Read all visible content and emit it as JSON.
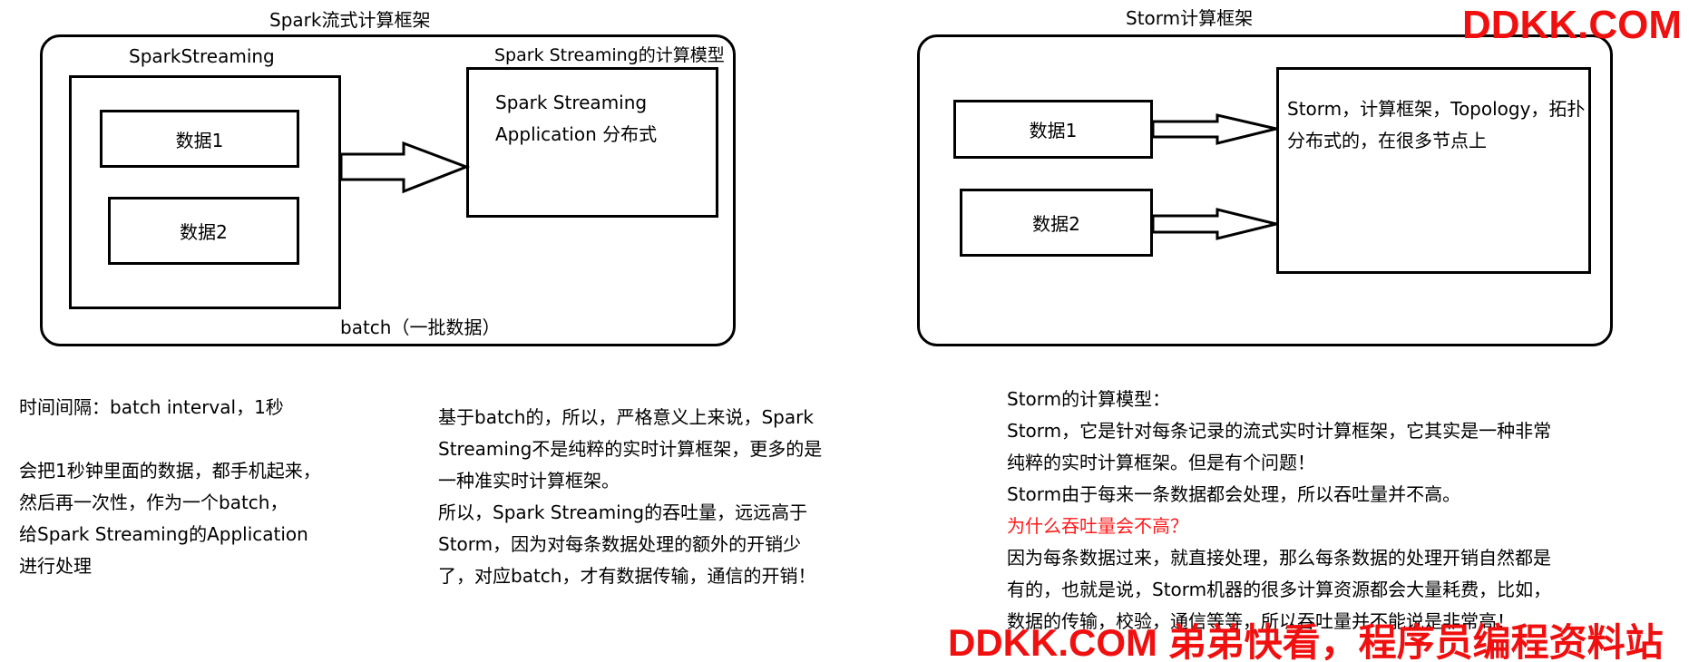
{
  "colors": {
    "background": "#ffffff",
    "ink": "#000000",
    "highlight": "#ff1a1a",
    "watermark": "#f01010"
  },
  "spark": {
    "title": "Spark流式计算框架",
    "streaming_label": "SparkStreaming",
    "data1": "数据1",
    "data2": "数据2",
    "model_label": "Spark Streaming的计算模型",
    "model_lines": [
      "Spark Streaming",
      "Application 分布式"
    ],
    "batch_label": "batch（一批数据）"
  },
  "storm": {
    "title": "Storm计算框架",
    "data1": "数据1",
    "data2": "数据2",
    "model_lines": [
      "Storm，计算框架，Topology，拓扑",
      "分布式的，在很多节点上"
    ]
  },
  "notes": {
    "interval": [
      "时间间隔：batch interval，1秒"
    ],
    "batching": [
      "会把1秒钟里面的数据，都手机起来，",
      "然后再一次性，作为一个batch，",
      "给Spark Streaming的Application",
      "进行处理"
    ],
    "spark_vs_storm": [
      "基于batch的，所以，严格意义上来说，Spark",
      "Streaming不是纯粹的实时计算框架，更多的是",
      "一种准实时计算框架。",
      "所以，Spark Streaming的吞吐量，远远高于",
      "Storm，因为对每条数据处理的额外的开销少",
      "了，对应batch，才有数据传输，通信的开销！"
    ],
    "storm_model": [
      "Storm的计算模型：",
      "Storm，它是针对每条记录的流式实时计算框架，它其实是一种非常",
      "纯粹的实时计算框架。但是有个问题！",
      "Storm由于每来一条数据都会处理，所以吞吐量并不高。",
      "为什么吞吐量会不高？",
      "因为每条数据过来，就直接处理，那么每条数据的处理开销自然都是",
      "有的，也就是说，Storm机器的很多计算资源都会大量耗费，比如，",
      "数据的传输，校验，通信等等，所以吞吐量并不能说是非常高！"
    ]
  },
  "watermark": {
    "top": "DDKK.COM",
    "bottom": "DDKK.COM 弟弟快看，程序员编程资料站"
  }
}
